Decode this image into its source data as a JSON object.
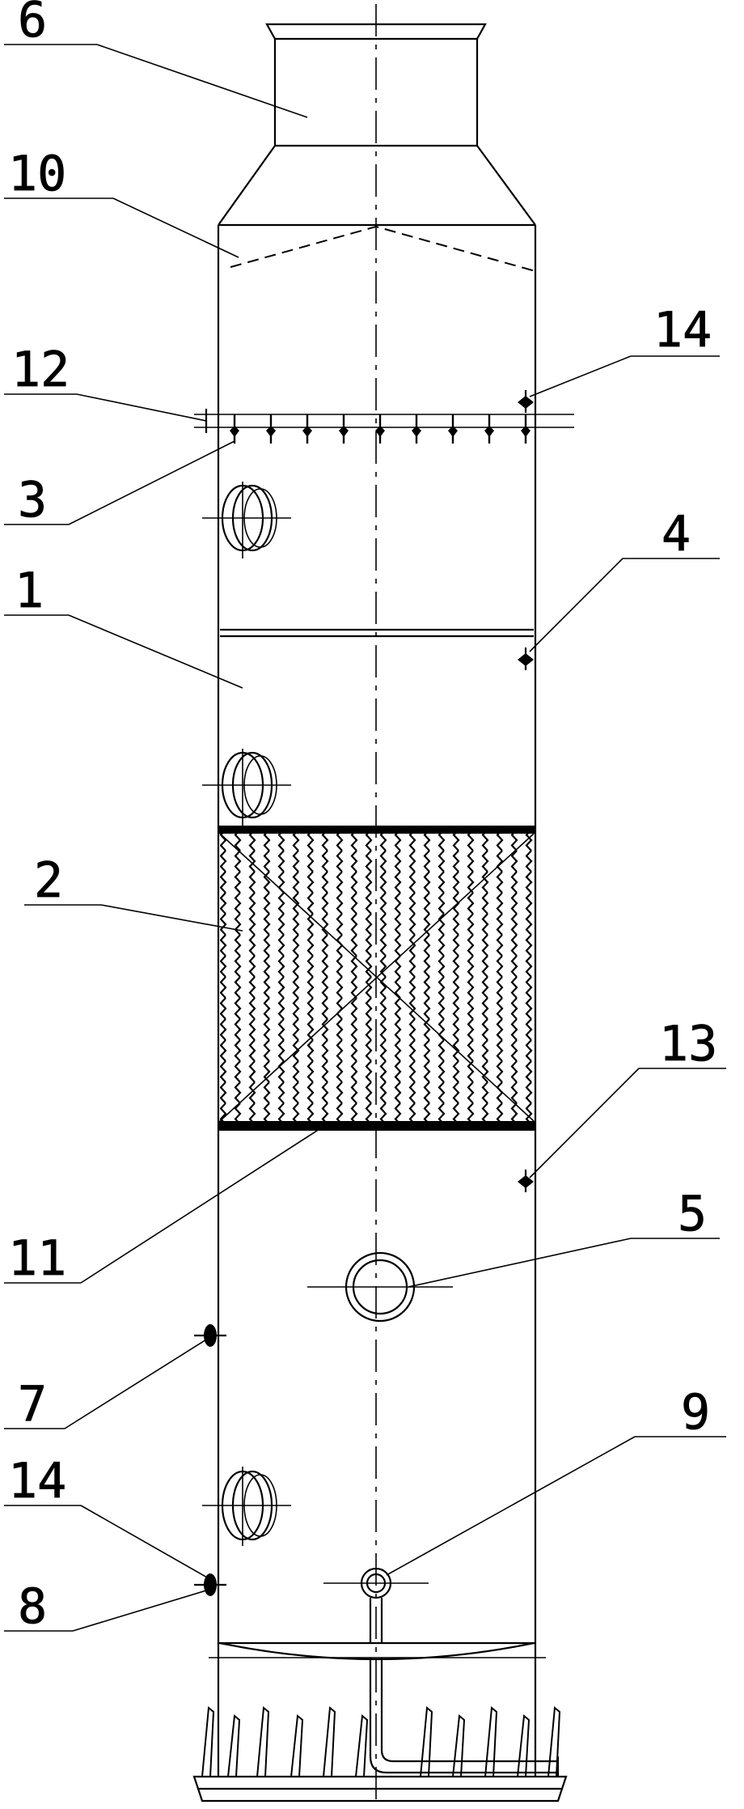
{
  "labels": {
    "l6": "6",
    "l10": "10",
    "l14_top": "14",
    "l12": "12",
    "l3": "3",
    "l4": "4",
    "l1": "1",
    "l2": "2",
    "l13": "13",
    "l11": "11",
    "l5": "5",
    "l7": "7",
    "l9": "9",
    "l14_bottom": "14",
    "l8": "8"
  }
}
